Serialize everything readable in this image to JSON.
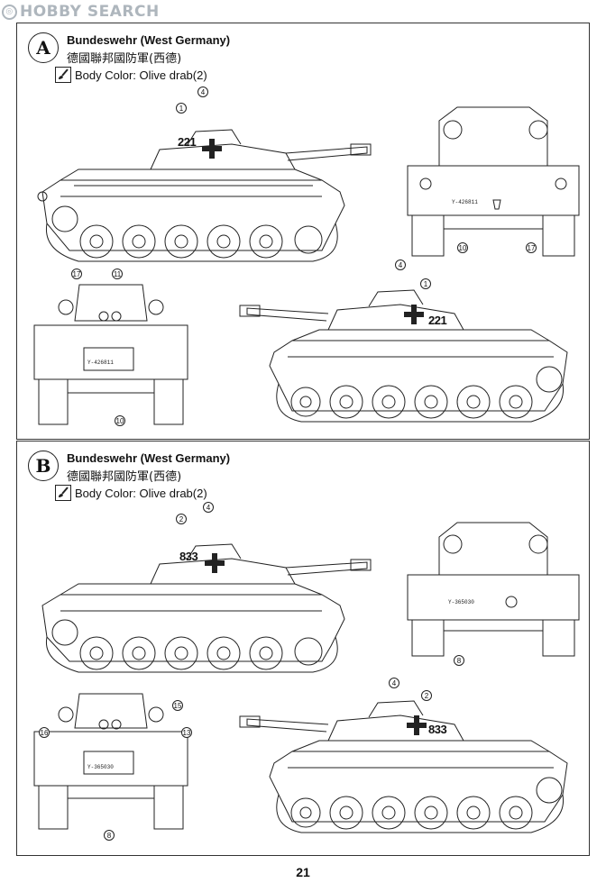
{
  "watermark": {
    "text": "HOBBY SEARCH"
  },
  "panels": [
    {
      "letter": "A",
      "title_en": "Bundeswehr (West Germany)",
      "title_zh": "德國聯邦國防軍(西德)",
      "color_label": "Body Color: Olive  drab(2)",
      "hull_number": "221",
      "plate": "Y-426811",
      "callouts": {
        "left_side": [
          "1",
          "4"
        ],
        "front": [
          "10",
          "17"
        ],
        "rear": [
          "17",
          "11",
          "10"
        ],
        "right_side": [
          "4",
          "1"
        ]
      }
    },
    {
      "letter": "B",
      "title_en": "Bundeswehr (West Germany)",
      "title_zh": "德國聯邦國防軍(西德)",
      "color_label": "Body Color: Olive  drab(2)",
      "hull_number": "833",
      "plate": "Y-365030",
      "callouts": {
        "left_side": [
          "2",
          "4"
        ],
        "front": [
          "8"
        ],
        "rear": [
          "16",
          "15",
          "13",
          "8"
        ],
        "right_side": [
          "4",
          "2"
        ]
      }
    }
  ],
  "page_number": "21",
  "colors": {
    "line": "#222222",
    "paper": "#ffffff",
    "watermark": "#aeb6bd"
  },
  "icons": {
    "paint": "paintbrush-icon",
    "cross": "iron-cross-icon"
  }
}
